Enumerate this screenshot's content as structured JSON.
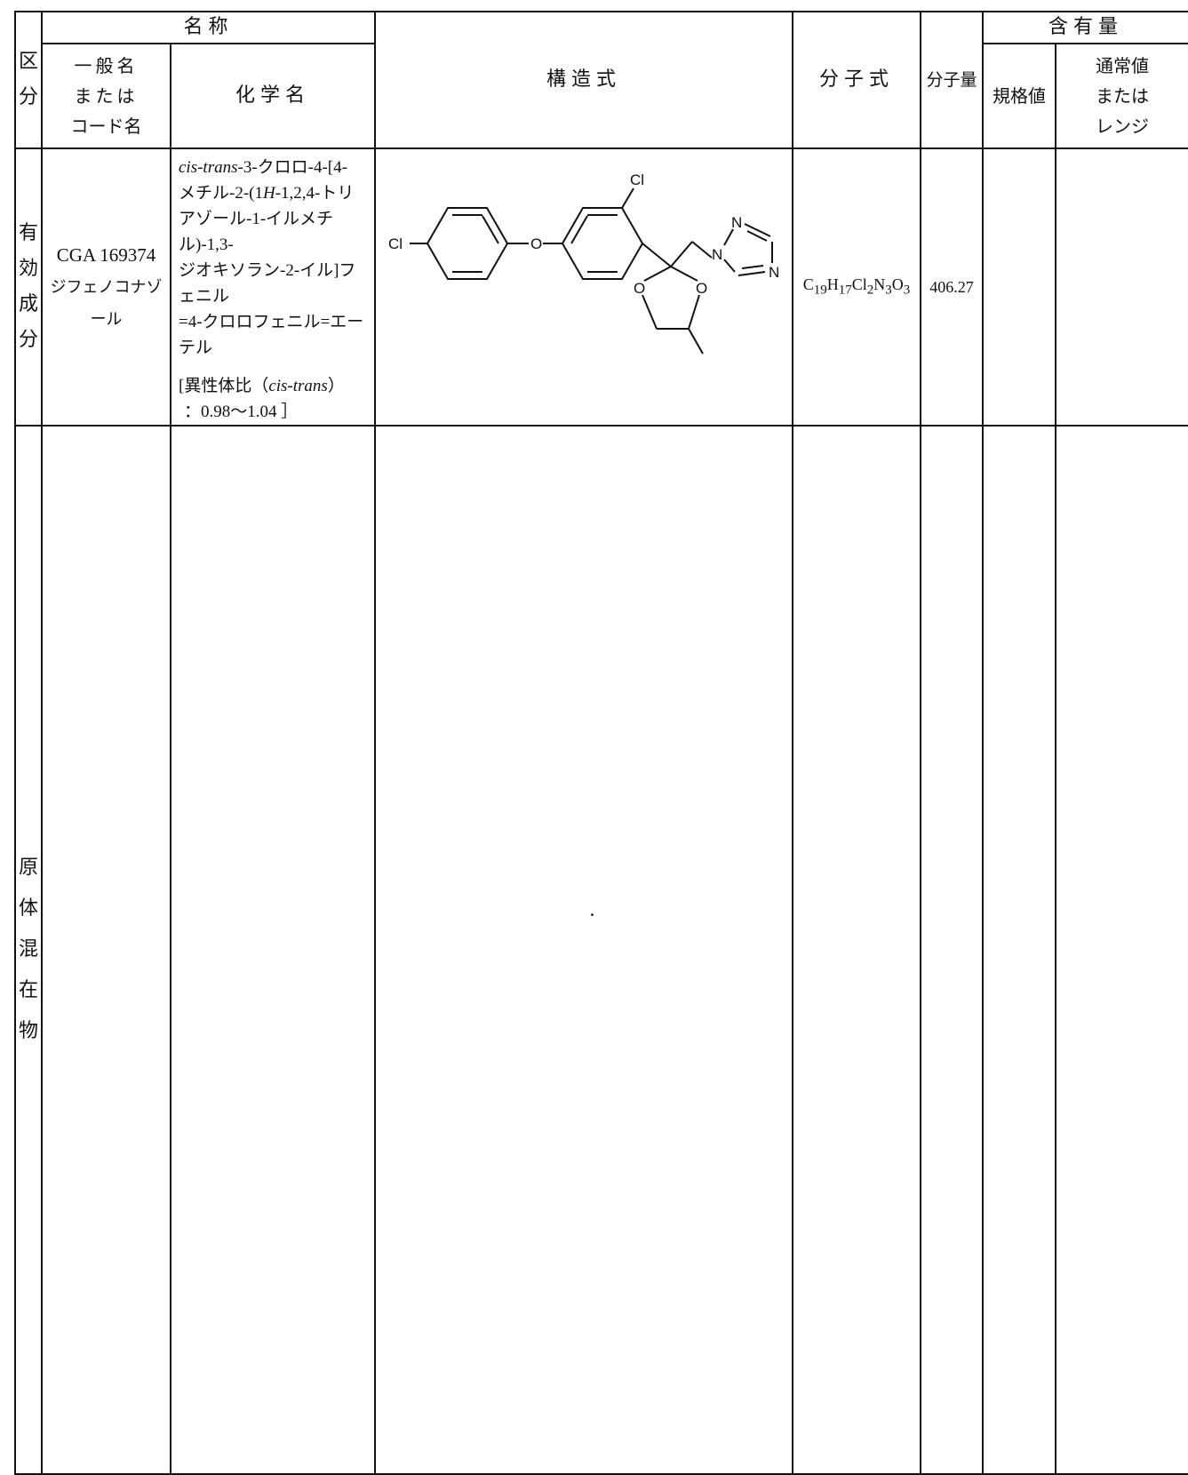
{
  "headers": {
    "kubun": "区分",
    "meisho": "名称",
    "general_name": [
      "一般名",
      "または",
      "コード名"
    ],
    "chemical_name": "化学名",
    "structure": "構造式",
    "molecular_formula": "分子式",
    "molecular_weight": "分子量",
    "content": "含有量",
    "spec_value": "規格値",
    "normal_value": [
      "通常値",
      "または",
      "レンジ"
    ]
  },
  "rows": [
    {
      "category": [
        "有",
        "効",
        "成",
        "分"
      ],
      "general_name": [
        "CGA 169374",
        "ジフェノコナゾール"
      ],
      "chemical_name": {
        "lines": [
          {
            "italic": "cis-trans",
            "text": "-3-クロロ-4-[4-"
          },
          {
            "text": "メチル-2-(1"
          },
          {
            "text": "アゾール-1-イルメチル)-1,3-"
          },
          {
            "text": "ジオキソラン-2-イル]フェニル"
          },
          {
            "text": "=4-クロロフェニル=エーテル"
          }
        ],
        "line2_italic": "H",
        "line2_tail": "-1,2,4-トリ",
        "ratio_prefix": "[異性体比（",
        "ratio_italic": "cis-trans",
        "ratio_suffix": "）",
        "ratio_value": "：0.98～1.04 ］"
      },
      "structure_atoms": {
        "cl_left": "Cl",
        "cl_top": "Cl",
        "o_ether": "O",
        "o_ring1": "O",
        "o_ring2": "O",
        "n1": "N",
        "n2": "N",
        "n4": "N"
      },
      "formula": {
        "parts": [
          "C",
          "19",
          "H",
          "17",
          "Cl",
          "2",
          "N",
          "3",
          "O",
          "3"
        ]
      },
      "molecular_weight": "406.27",
      "spec_value": "",
      "normal_value": ""
    },
    {
      "category": [
        "原",
        "体",
        "混",
        "在",
        "物"
      ],
      "general_name": [],
      "chemical_name": null,
      "formula": null,
      "molecular_weight": "",
      "spec_value": "",
      "normal_value": ""
    }
  ]
}
